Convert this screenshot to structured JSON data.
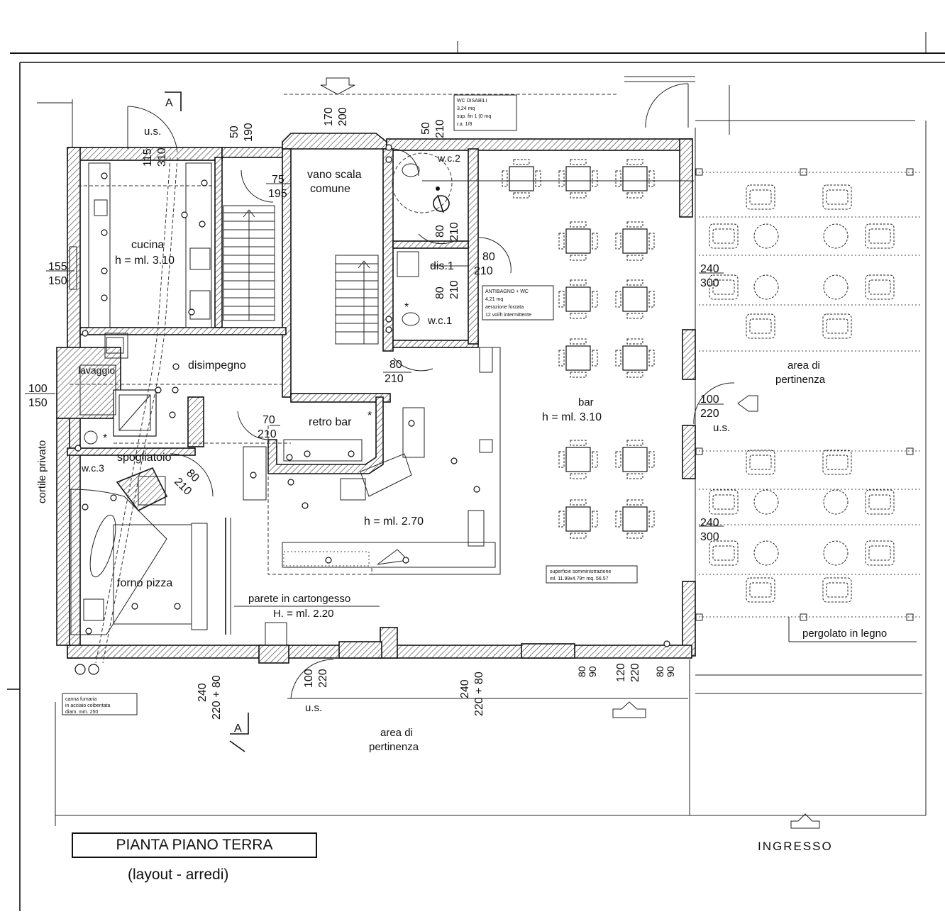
{
  "title": "PIANTA PIANO TERRA",
  "subtitle": "(layout - arredi)",
  "entrance_label": "INGRESSO",
  "section_mark": "A",
  "rooms": {
    "cucina": "cucina",
    "cucina_h": "h = ml. 3.10",
    "lavaggio": "lavaggio",
    "disimpegno": "disimpegno",
    "spogliatoio": "spogliatoio",
    "wc3": "w.c.3",
    "forno": "forno pizza",
    "vano_scala_1": "vano scala",
    "vano_scala_2": "comune",
    "retro_bar": "retro bar",
    "h270": "h = ml. 2.70",
    "bar": "bar",
    "bar_h": "h = ml. 3.10",
    "wc2": "w.c.2",
    "dis1": "dis.1",
    "wc1": "w.c.1",
    "area_top_1": "area di",
    "area_top_2": "pertinenza",
    "area_bottom_1": "area di",
    "area_bottom_2": "pertinenza",
    "cortile": "cortile privato",
    "pergolato": "pergolato in legno",
    "parete_1": "parete in cartongesso",
    "parete_2": "H. = ml. 2.20"
  },
  "dimensions": {
    "d170": "170",
    "d200": "200",
    "d50a": "50",
    "d190": "190",
    "d50b": "50",
    "d210a": "210",
    "us_top": "u.s.",
    "d115": "115",
    "d310": "310",
    "d75": "75",
    "d195": "195",
    "d155": "155",
    "d150a": "150",
    "d100a": "100",
    "d150b": "150",
    "d80a": "80",
    "d210b": "210",
    "d80b": "80",
    "d210c": "210",
    "d80c": "80",
    "d210d": "210",
    "d80d": "80",
    "d210e": "210",
    "d70": "70",
    "d210f": "210",
    "d80e": "80",
    "d210g": "210",
    "d240a": "240",
    "d300a": "300",
    "d100b": "100",
    "d220a": "220",
    "us_right": "u.s.",
    "d240b": "240",
    "d300b": "300",
    "d240c": "240",
    "d220p80a": "220 + 80",
    "d100c": "100",
    "d220b": "220",
    "us_bottom": "u.s.",
    "d240d": "240",
    "d220p80b": "220 + 80",
    "d80f": "80",
    "d90a": "90",
    "d120": "120",
    "d220c": "220",
    "d80g": "80",
    "d90b": "90"
  },
  "notes": {
    "wc_disabili_1": "WC DISABILI",
    "wc_disabili_2": "3,24 mq",
    "wc_disabili_3": "sup. fin 1 (0 mq",
    "wc_disabili_4": "r.a. 1/8",
    "antibagno_1": "ANTIBAGNO + WC",
    "antibagno_2": "4,21 mq",
    "antibagno_3": "aerazione forzata",
    "antibagno_4": "12 vol/h intermittente",
    "superficie_1": "superficie somministrazione",
    "superficie_2": "ml. 11.99x4.79= mq. 56.57",
    "canna_1": "canna fumaria",
    "canna_2": "in acciaio coibentata",
    "canna_3": "diam. mm. 250"
  }
}
